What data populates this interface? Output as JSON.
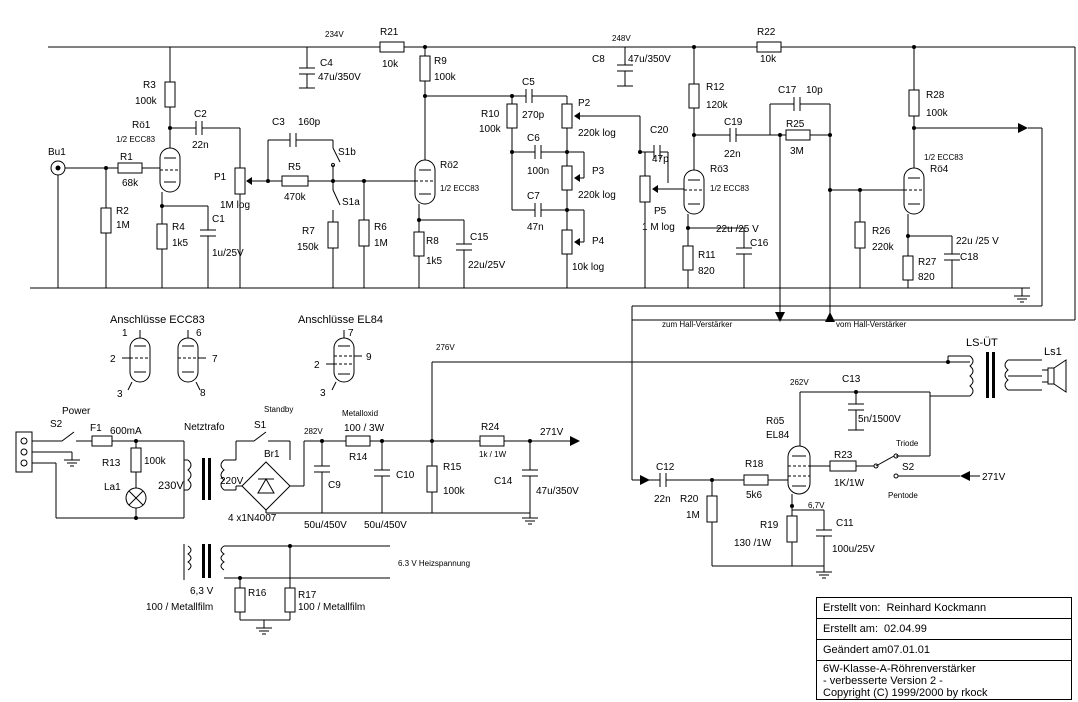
{
  "components": {
    "R1": {
      "ref": "R1",
      "value": "68k"
    },
    "R2": {
      "ref": "R2",
      "value": "1M"
    },
    "R3": {
      "ref": "R3",
      "value": "100k"
    },
    "R4": {
      "ref": "R4",
      "value": "1k5"
    },
    "R5": {
      "ref": "R5",
      "value": "470k"
    },
    "R6": {
      "ref": "R6",
      "value": "1M"
    },
    "R7": {
      "ref": "R7",
      "value": "150k"
    },
    "R8": {
      "ref": "R8",
      "value": "1k5"
    },
    "R9": {
      "ref": "R9",
      "value": "100k"
    },
    "R10": {
      "ref": "R10",
      "value": "100k"
    },
    "R11": {
      "ref": "R11",
      "value": "820"
    },
    "R12": {
      "ref": "R12",
      "value": "120k"
    },
    "R13": {
      "ref": "R13",
      "value": "100k"
    },
    "R14": {
      "ref": "R14",
      "value": "100 / 3W"
    },
    "R15": {
      "ref": "R15",
      "value": "100k"
    },
    "R16": {
      "ref": "R16",
      "value": "100 / Metallfilm"
    },
    "R17": {
      "ref": "R17",
      "value": "100 / Metallfilm"
    },
    "R18": {
      "ref": "R18",
      "value": "5k6"
    },
    "R19": {
      "ref": "R19",
      "value": "130 /1W"
    },
    "R20": {
      "ref": "R20",
      "value": "1M"
    },
    "R21": {
      "ref": "R21",
      "value": "10k"
    },
    "R22": {
      "ref": "R22",
      "value": "10k"
    },
    "R23": {
      "ref": "R23",
      "value": "1K/1W"
    },
    "R24": {
      "ref": "R24",
      "value": "1k / 1W"
    },
    "R25": {
      "ref": "R25",
      "value": "3M"
    },
    "R26": {
      "ref": "R26",
      "value": "220k"
    },
    "R27": {
      "ref": "R27",
      "value": "820"
    },
    "R28": {
      "ref": "R28",
      "value": "100k"
    },
    "C1": {
      "ref": "C1",
      "value": "1u/25V"
    },
    "C2": {
      "ref": "C2",
      "value": "22n"
    },
    "C3": {
      "ref": "C3",
      "value": "160p"
    },
    "C4": {
      "ref": "C4",
      "value": "47u/350V"
    },
    "C5": {
      "ref": "C5",
      "value": "270p"
    },
    "C6": {
      "ref": "C6",
      "value": "100n"
    },
    "C7": {
      "ref": "C7",
      "value": "47n"
    },
    "C8": {
      "ref": "C8",
      "value": "47u/350V"
    },
    "C9": {
      "ref": "C9",
      "value": "50u/450V"
    },
    "C10": {
      "ref": "C10",
      "value": "50u/450V"
    },
    "C11": {
      "ref": "C11",
      "value": "100u/25V"
    },
    "C12": {
      "ref": "C12",
      "value": "22n"
    },
    "C13": {
      "ref": "C13",
      "value": "5n/1500V"
    },
    "C14": {
      "ref": "C14",
      "value": "47u/350V"
    },
    "C15": {
      "ref": "C15",
      "value": "22u/25V"
    },
    "C16": {
      "ref": "C16",
      "value": "22u /25 V"
    },
    "C17": {
      "ref": "C17",
      "value": "10p"
    },
    "C18": {
      "ref": "C18",
      "value": "22u /25 V"
    },
    "C19": {
      "ref": "C19",
      "value": "22n"
    },
    "C20": {
      "ref": "C20",
      "value": "47p"
    },
    "P1": {
      "ref": "P1",
      "value": "1M log"
    },
    "P2": {
      "ref": "P2",
      "value": "220k log"
    },
    "P3": {
      "ref": "P3",
      "value": "220k log"
    },
    "P4": {
      "ref": "P4",
      "value": "10k log"
    },
    "P5": {
      "ref": "P5",
      "value": "1 M log"
    },
    "V1": {
      "ref": "Rö1",
      "type": "1/2 ECC83"
    },
    "V2": {
      "ref": "Rö2",
      "type": "1/2 ECC83"
    },
    "V3": {
      "ref": "Rö3",
      "type": "1/2 ECC83"
    },
    "V4": {
      "ref": "Rö4",
      "type": "1/2 ECC83"
    },
    "V5": {
      "ref": "Rö5",
      "type": "EL84"
    },
    "F1": {
      "ref": "F1",
      "value": "600mA"
    },
    "La1": {
      "ref": "La1"
    },
    "Bu1": {
      "ref": "Bu1"
    },
    "Br1": {
      "ref": "Br1",
      "value": "4 x1N4007"
    },
    "Ls1": {
      "ref": "Ls1"
    },
    "S1a": {
      "ref": "S1a"
    },
    "S1b": {
      "ref": "S1b"
    },
    "S1": {
      "ref": "S1",
      "label": "Standby"
    },
    "S2p": {
      "ref": "S2",
      "label": "Power"
    },
    "S2t": {
      "ref": "S2",
      "triode": "Triode",
      "pentode": "Pentode"
    },
    "transformer": {
      "label": "Netztrafo",
      "primary": "230V",
      "secondary": "220V",
      "heater": "6,3 V"
    },
    "output_transformer": {
      "label": "LS-ÜT"
    },
    "metalloxid": "Metalloxid"
  },
  "voltages": {
    "v234": "234V",
    "v248": "248V",
    "v276": "276V",
    "v282a": "282V",
    "v262": "262V",
    "v271a": "271V",
    "v271b": "271V",
    "v67": "6,7V"
  },
  "labels": {
    "pinout_ecc83": "Anschlüsse ECC83",
    "pinout_el84": "Anschlüsse EL84",
    "pin1": "1",
    "pin2": "2",
    "pin3": "3",
    "pin6": "6",
    "pin7": "7",
    "pin8": "8",
    "pin9": "9",
    "heater_supply": "6.3 V Heizspannung",
    "to_reverb": "zum Hall-Verstärker",
    "from_reverb": "vom Hall-Verstärker"
  },
  "title_block": {
    "created_by_label": "Erstellt von:",
    "created_by": "Reinhard Kockmann",
    "created_on_label": "Erstellt am:",
    "created_on": "02.04.99",
    "changed_label": "Geändert am",
    "changed_on": "07.01.01",
    "title": "6W-Klasse-A-Röhrenverstärker",
    "subtitle": "- verbesserte Version 2 -",
    "copyright": "Copyright (C) 1999/2000 by rkock"
  }
}
